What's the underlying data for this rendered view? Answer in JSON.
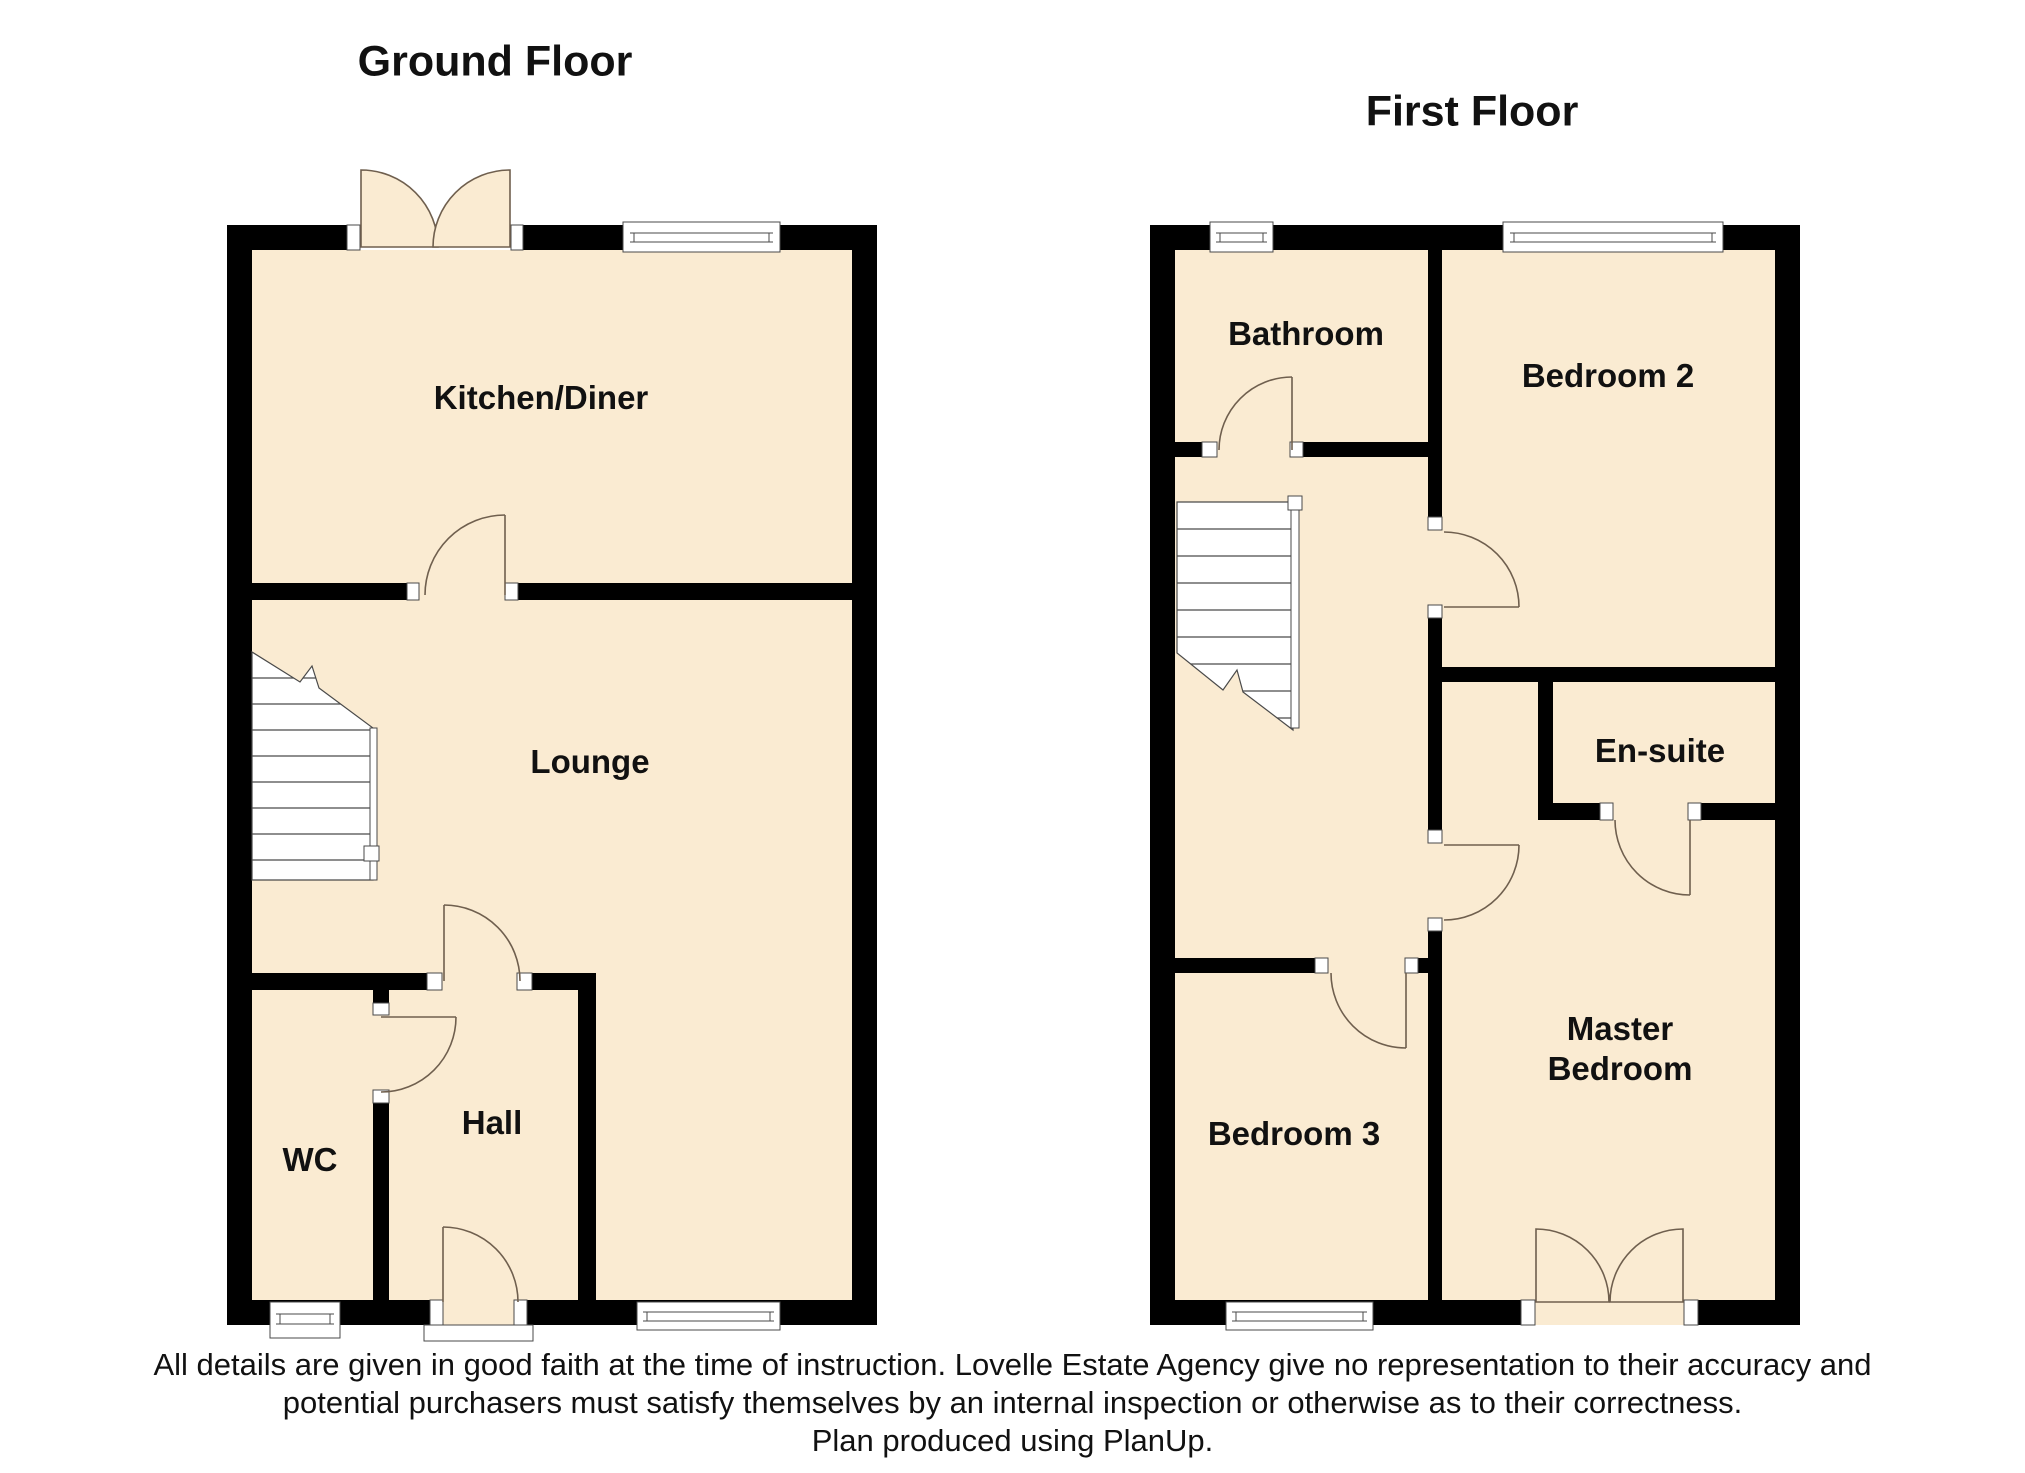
{
  "colors": {
    "background": "#FFFFFF",
    "floor_fill": "#FAEBD2",
    "wall": "#000000",
    "door_line": "#6F5F4E",
    "outline": "#4A4A4A",
    "text": "#111111"
  },
  "titles": {
    "ground": "Ground Floor",
    "first": "First Floor"
  },
  "rooms": {
    "kitchen_diner": "Kitchen/Diner",
    "lounge": "Lounge",
    "hall": "Hall",
    "wc": "WC",
    "bathroom": "Bathroom",
    "bedroom2": "Bedroom 2",
    "ensuite": "En-suite",
    "master_bedroom": "Master Bedroom",
    "bedroom3": "Bedroom 3"
  },
  "disclaimer": {
    "line1": "All details are given in good faith at the time of instruction. Lovelle Estate Agency give no representation to their accuracy and",
    "line2": "potential purchasers must satisfy themselves by an internal inspection or otherwise as to their correctness.",
    "line3": "Plan produced using PlanUp."
  }
}
